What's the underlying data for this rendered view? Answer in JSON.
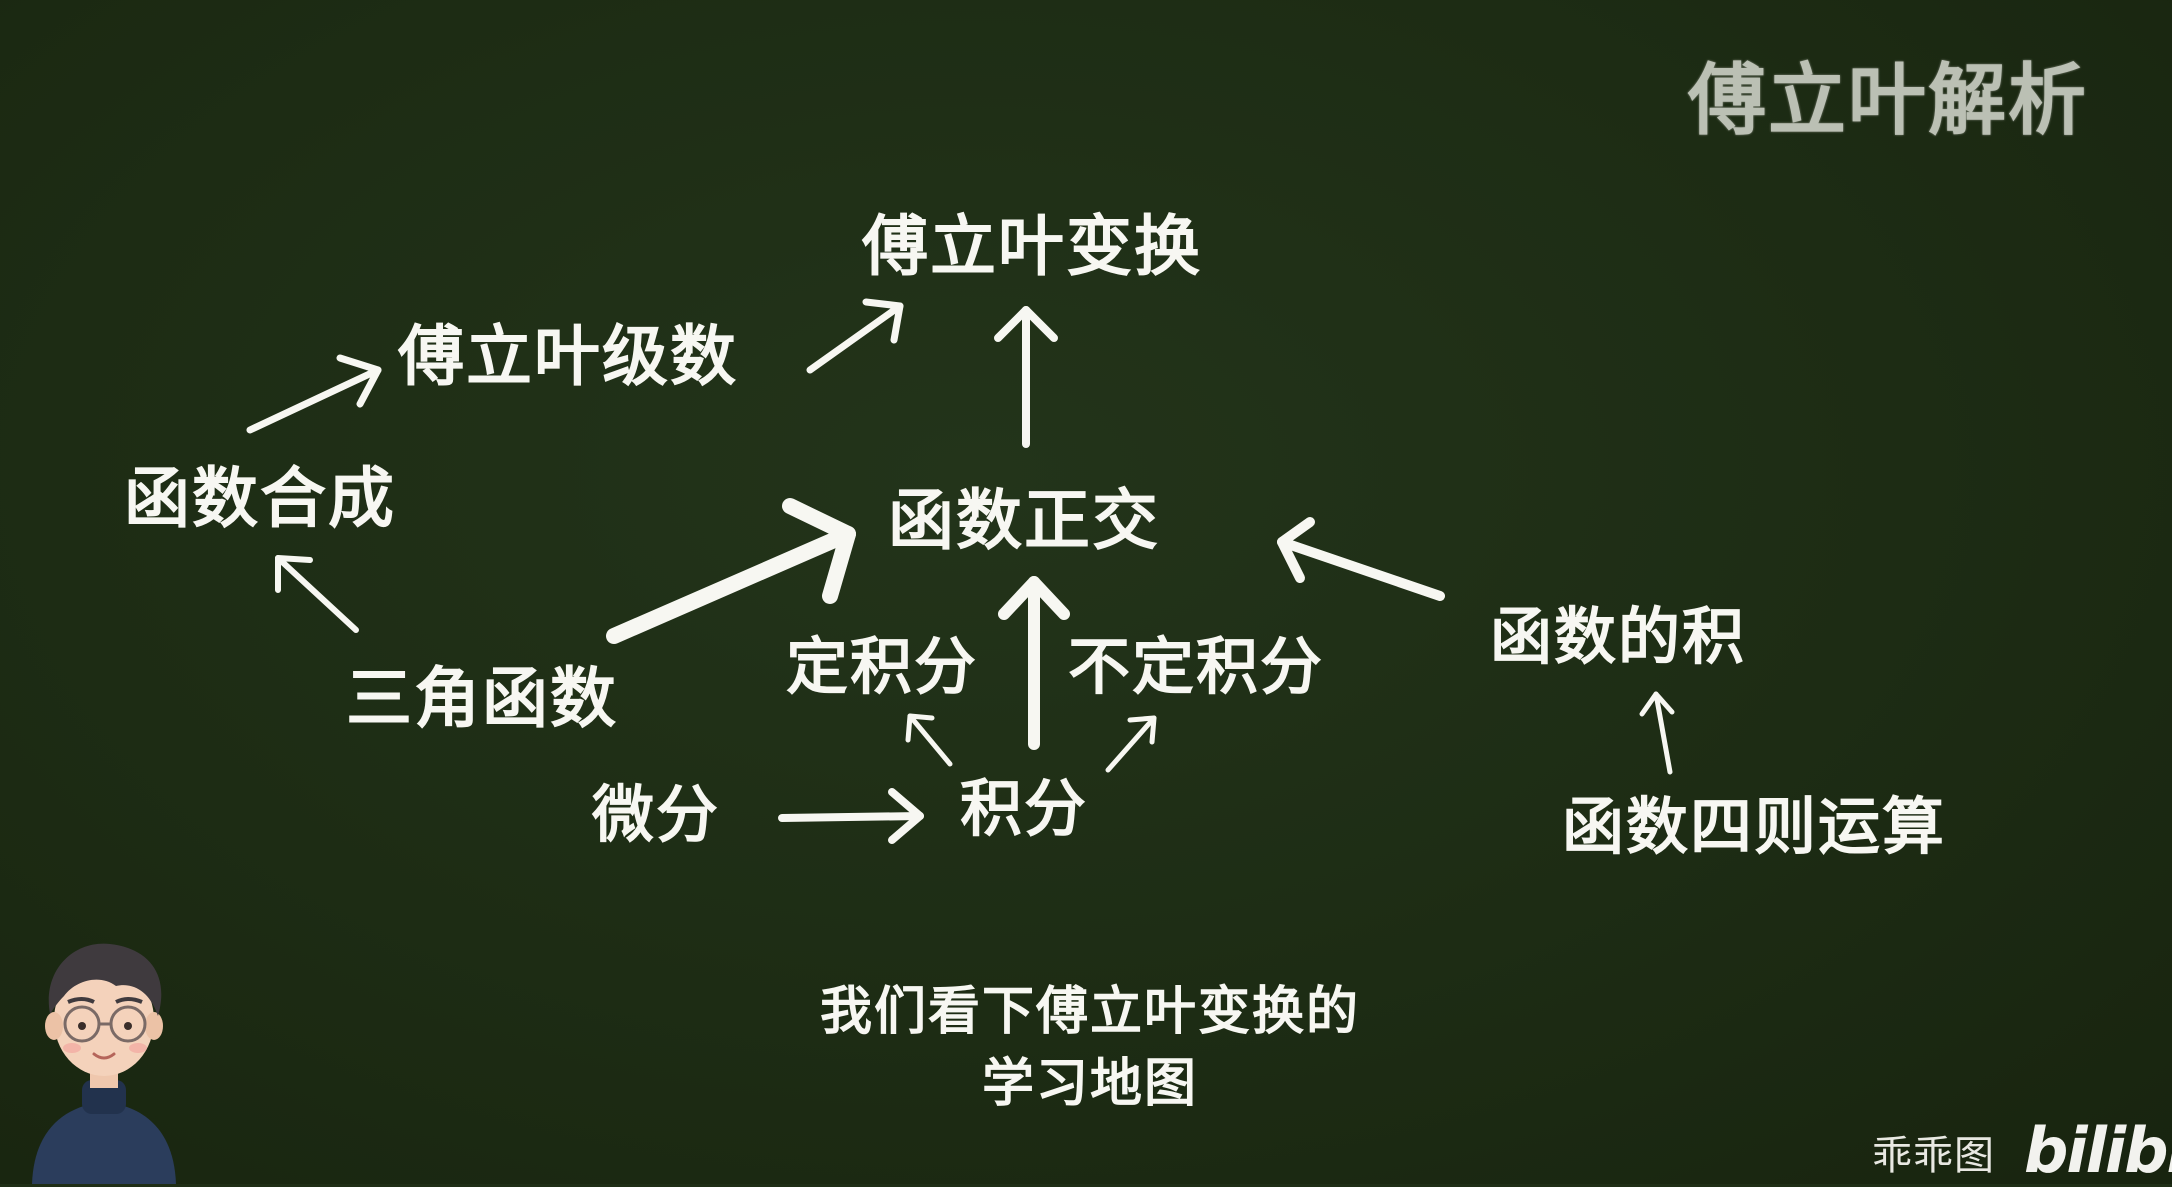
{
  "corner_title": "傅立叶解析",
  "nodes": {
    "fourier_transform": "傅立叶变换",
    "fourier_series": "傅立叶级数",
    "function_synthesis": "函数合成",
    "function_orthogonality": "函数正交",
    "trig_functions": "三角函数",
    "definite_integral": "定积分",
    "indefinite_integral": "不定积分",
    "function_product": "函数的积",
    "differential": "微分",
    "integral": "积分",
    "function_arithmetic": "函数四则运算"
  },
  "caption": {
    "line1": "我们看下傅立叶变换的",
    "line2": "学习地图"
  },
  "watermark": {
    "author": "乖乖图",
    "site": "bilibili"
  },
  "colors": {
    "board": "#1f2e16",
    "chalk": "#f7f7f2",
    "corner_title": "#c9cdc2"
  },
  "icons": {
    "avatar": "cartoon-avatar-icon"
  }
}
